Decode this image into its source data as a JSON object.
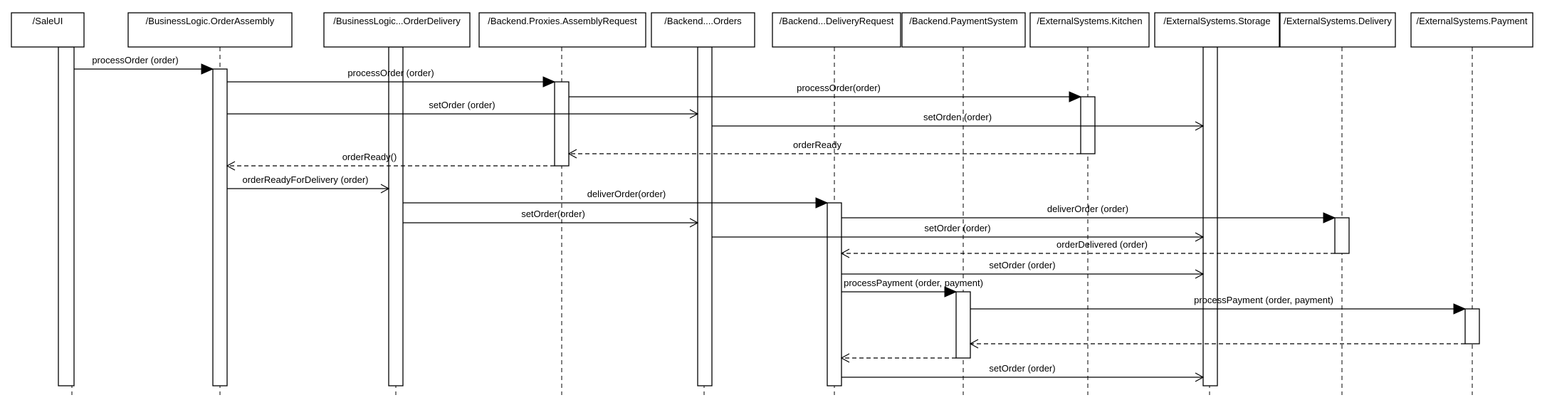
{
  "participants": [
    {
      "id": "p0",
      "label": "/SaleUI"
    },
    {
      "id": "p1",
      "label": "/BusinessLogic.OrderAssembly"
    },
    {
      "id": "p2",
      "label": "/BusinessLogic...OrderDelivery"
    },
    {
      "id": "p3",
      "label": "/Backend.Proxies.AssemblyRequest"
    },
    {
      "id": "p4",
      "label": "/Backend....Orders"
    },
    {
      "id": "p5",
      "label": "/Backend...DeliveryRequest"
    },
    {
      "id": "p6",
      "label": "/Backend.PaymentSystem"
    },
    {
      "id": "p7",
      "label": "/ExternalSystems.Kitchen"
    },
    {
      "id": "p8",
      "label": "/ExternalSystems.Storage"
    },
    {
      "id": "p9",
      "label": "/ExternalSystems.Delivery"
    },
    {
      "id": "p10",
      "label": "/ExternalSystems.Payment"
    }
  ],
  "messages": [
    {
      "from": "p0",
      "to": "p1",
      "label": "processOrder (order)",
      "kind": "sync"
    },
    {
      "from": "p1",
      "to": "p3",
      "label": "processOrder (order)",
      "kind": "sync"
    },
    {
      "from": "p3",
      "to": "p7",
      "label": "processOrder(order)",
      "kind": "sync"
    },
    {
      "from": "p1",
      "to": "p4",
      "label": "setOrder (order)",
      "kind": "async"
    },
    {
      "from": "p4",
      "to": "p8",
      "label": "setOrden (order)",
      "kind": "async"
    },
    {
      "from": "p7",
      "to": "p3",
      "label": "orderReady",
      "kind": "return"
    },
    {
      "from": "p3",
      "to": "p1",
      "label": "orderReady()",
      "kind": "return"
    },
    {
      "from": "p1",
      "to": "p2",
      "label": "orderReadyForDelivery (order)",
      "kind": "async"
    },
    {
      "from": "p2",
      "to": "p5",
      "label": "deliverOrder(order)",
      "kind": "sync"
    },
    {
      "from": "p5",
      "to": "p9",
      "label": "deliverOrder (order)",
      "kind": "sync"
    },
    {
      "from": "p2",
      "to": "p4",
      "label": "setOrder(order)",
      "kind": "async"
    },
    {
      "from": "p4",
      "to": "p8",
      "label": "setOrder (order)",
      "kind": "async"
    },
    {
      "from": "p9",
      "to": "p5",
      "label": "orderDelivered (order)",
      "kind": "return"
    },
    {
      "from": "p5",
      "to": "p8",
      "label": "setOrder (order)",
      "kind": "async"
    },
    {
      "from": "p5",
      "to": "p6",
      "label": "processPayment (order, payment)",
      "kind": "sync"
    },
    {
      "from": "p6",
      "to": "p10",
      "label": "processPayment (order, payment)",
      "kind": "sync"
    },
    {
      "from": "p10",
      "to": "p6",
      "label": "",
      "kind": "return"
    },
    {
      "from": "p6",
      "to": "p5",
      "label": "",
      "kind": "return"
    },
    {
      "from": "p5",
      "to": "p8",
      "label": "setOrder (order)",
      "kind": "async"
    }
  ]
}
